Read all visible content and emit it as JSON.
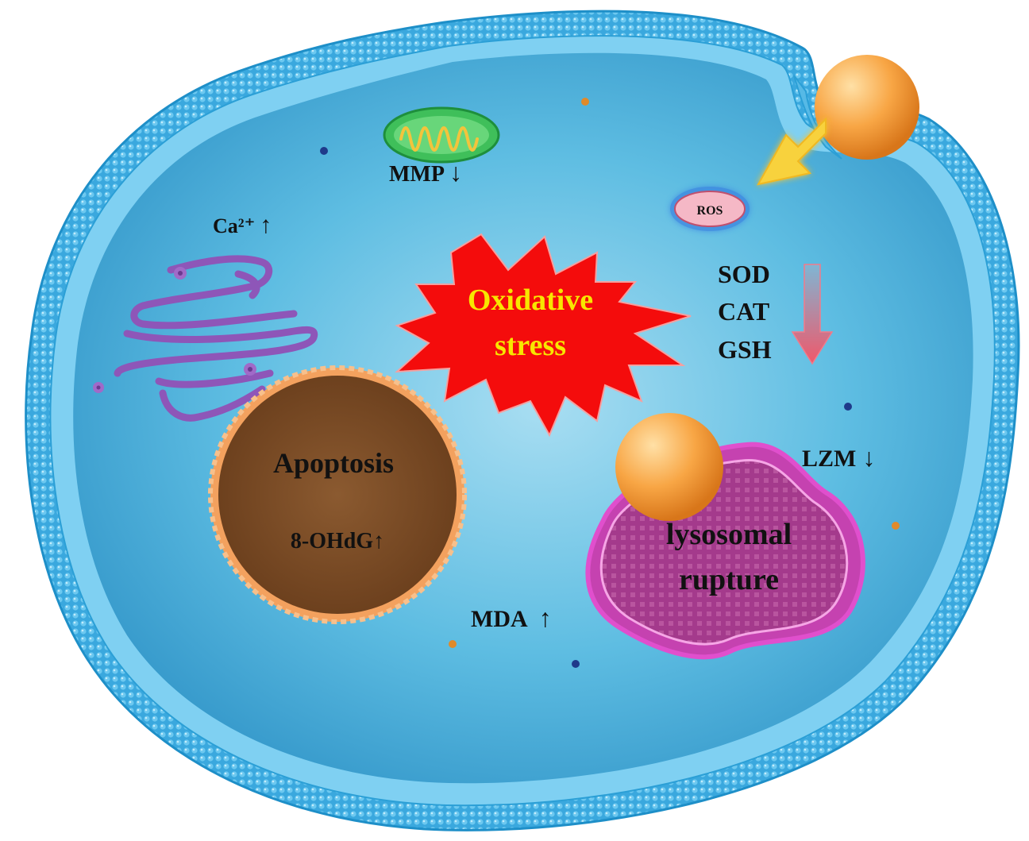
{
  "labels": {
    "ca": "Ca²⁺",
    "ca_arrow": "↑",
    "mmp": "MMP",
    "mmp_arrow": "↓",
    "ros": "ROS",
    "oxidative_line1": "Oxidative",
    "oxidative_line2": "stress",
    "enzymes": [
      "SOD",
      "CAT",
      "GSH"
    ],
    "apoptosis": "Apoptosis",
    "ohdg": "8-OHdG↑",
    "lzm": "LZM",
    "lzm_arrow": "↓",
    "lysosome_line1": "lysosomal",
    "lysosome_line2": "rupture",
    "mda": "MDA",
    "mda_arrow": "↑"
  },
  "colors": {
    "cytoplasm": "#4fb6dc",
    "membrane": "#2ea3dc",
    "starburst": "#f40c0c",
    "nucleus": "#7a4a24",
    "nucleus_rim": "#f3a15e",
    "lysosome": "#b23a96",
    "er": "#8e56b8",
    "mitochondrion": "#3fbf5a",
    "particle": "#f39a2c",
    "arrow_yellow": "#f8d23e",
    "ros_bubble": "#f5b8c6"
  }
}
